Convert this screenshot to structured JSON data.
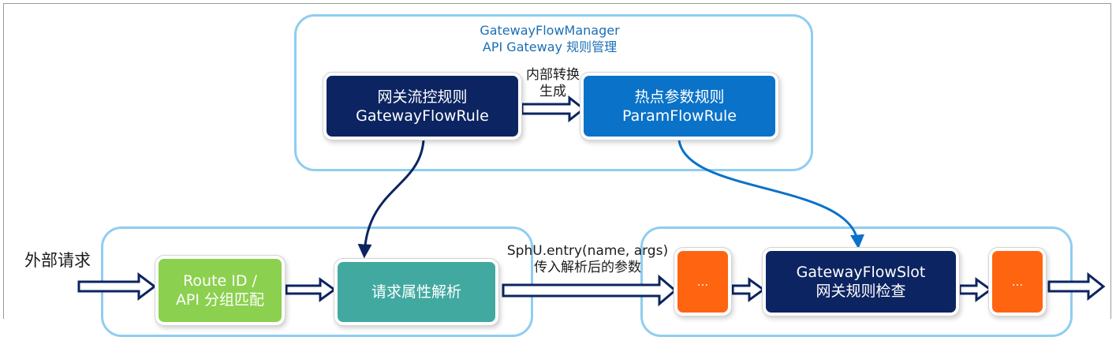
{
  "manager": {
    "title_line1": "GatewayFlowManager",
    "title_line2": "API Gateway 规则管理"
  },
  "nodes": {
    "gateway_flow_rule": {
      "line1": "网关流控规则",
      "line2": "GatewayFlowRule"
    },
    "param_flow_rule": {
      "line1": "热点参数规则",
      "line2": "ParamFlowRule"
    },
    "route_match": {
      "line1": "Route ID /",
      "line2": "API 分组匹配"
    },
    "request_parse": {
      "line1": "请求属性解析"
    },
    "slot_before": {
      "line1": "..."
    },
    "gateway_flow_slot": {
      "line1": "GatewayFlowSlot",
      "line2": "网关规则检查"
    },
    "slot_after": {
      "line1": "..."
    }
  },
  "labels": {
    "convert_line1": "内部转换",
    "convert_line2": "生成",
    "entry_line1": "SphU.entry(name, args)",
    "entry_line2": "传入解析后的参数",
    "external_request": "外部请求"
  },
  "colors": {
    "navy": "#0c2461",
    "blue": "#0a72c8",
    "green": "#8cd04f",
    "teal": "#41a9a0",
    "orange": "#ff6410",
    "group_border": "#8fcdf1"
  }
}
